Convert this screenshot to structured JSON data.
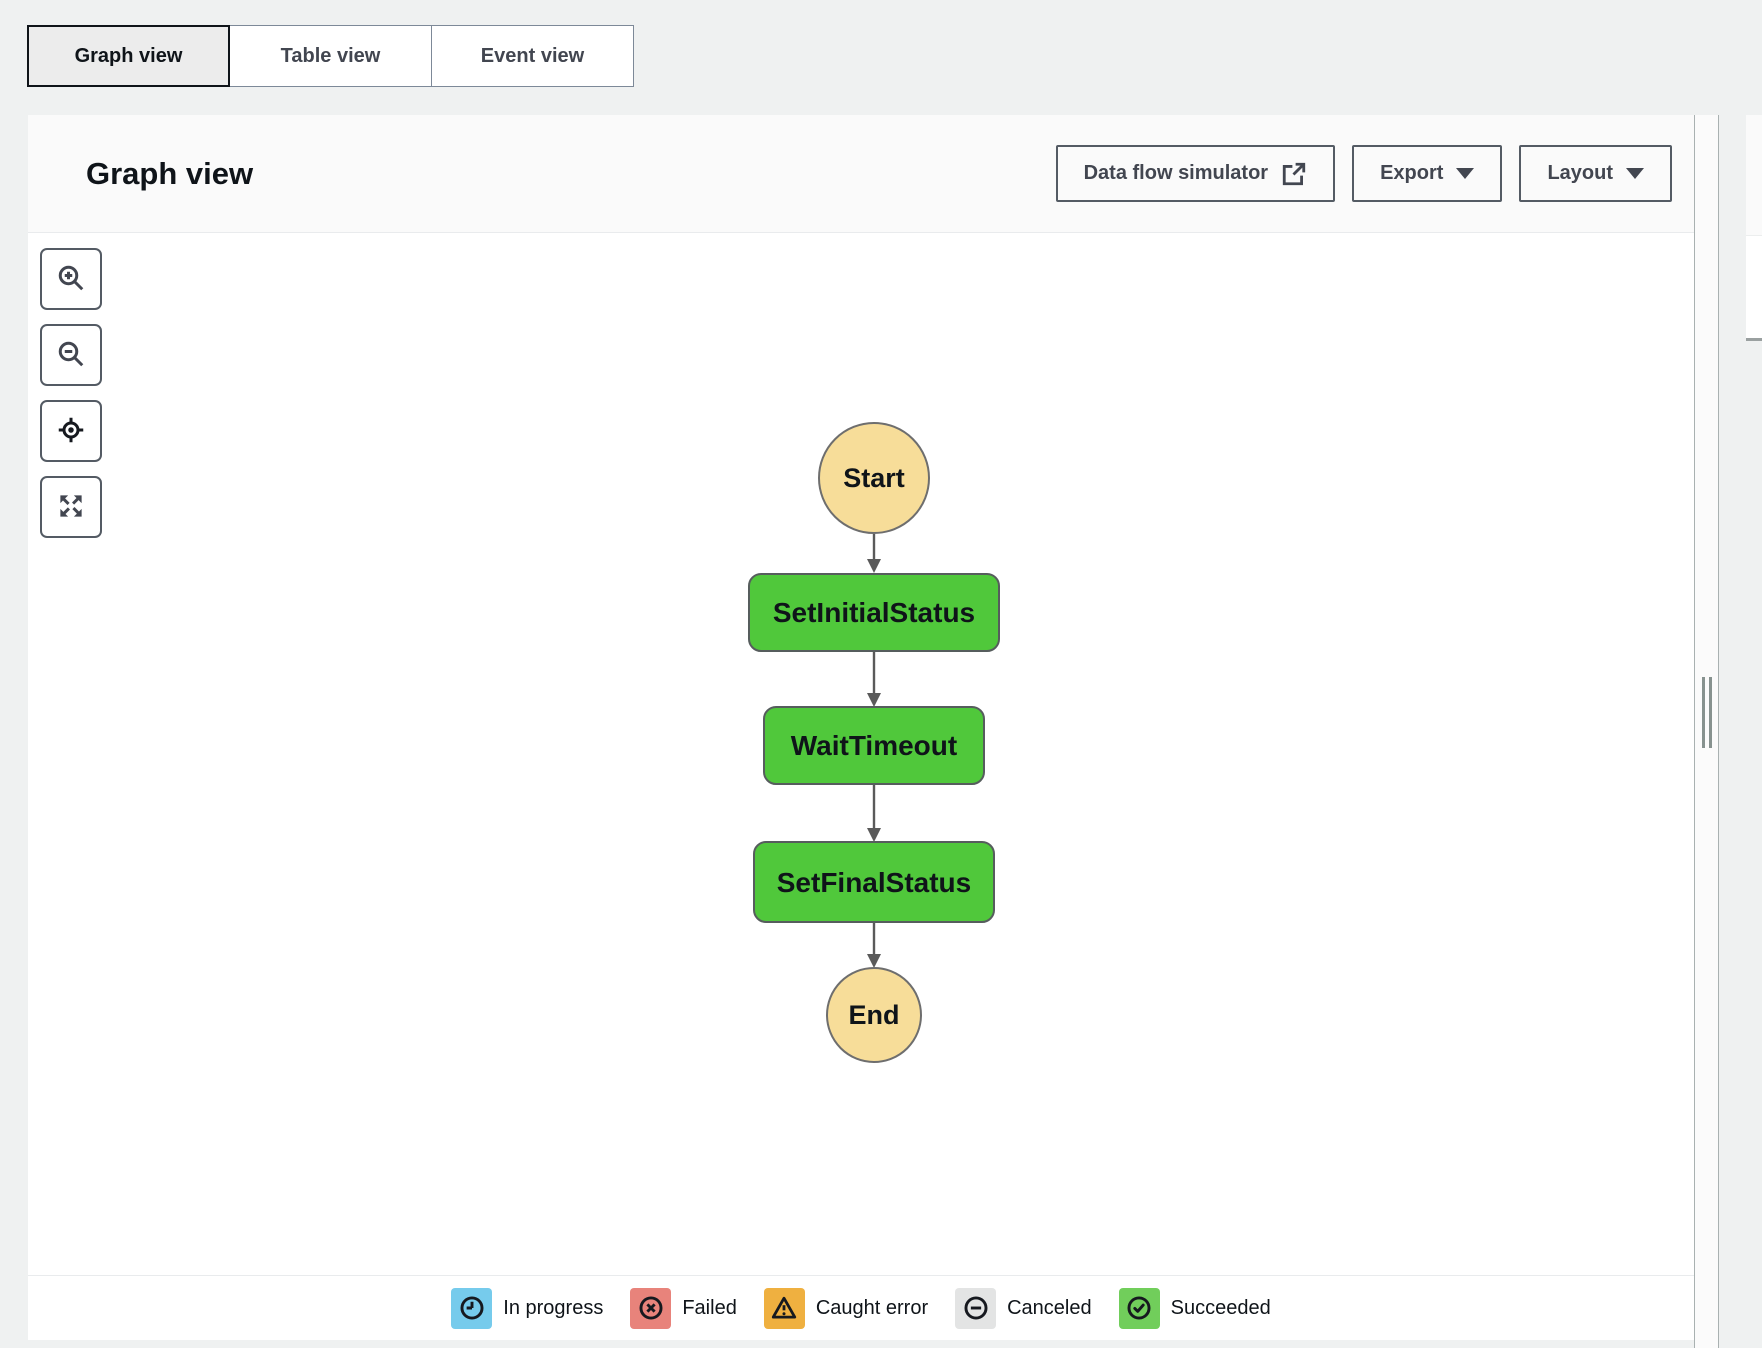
{
  "tabs": [
    {
      "label": "Graph view",
      "active": true
    },
    {
      "label": "Table view",
      "active": false
    },
    {
      "label": "Event view",
      "active": false
    }
  ],
  "panel": {
    "title": "Graph view",
    "actions": {
      "data_flow_simulator": "Data flow simulator",
      "export": "Export",
      "layout": "Layout"
    }
  },
  "canvas_controls": {
    "icons": [
      "zoom-in",
      "zoom-out",
      "center-graph",
      "fullscreen"
    ]
  },
  "graph": {
    "nodes": [
      {
        "id": "start",
        "type": "start-circle",
        "label": "Start"
      },
      {
        "id": "set-initial-status",
        "type": "task",
        "label": "SetInitialStatus",
        "status": "succeeded"
      },
      {
        "id": "wait-timeout",
        "type": "wait",
        "label": "WaitTimeout",
        "status": "succeeded"
      },
      {
        "id": "set-final-status",
        "type": "task",
        "label": "SetFinalStatus",
        "status": "succeeded"
      },
      {
        "id": "end",
        "type": "end-circle",
        "label": "End"
      }
    ],
    "edges": [
      {
        "from": "start",
        "to": "set-initial-status"
      },
      {
        "from": "set-initial-status",
        "to": "wait-timeout"
      },
      {
        "from": "wait-timeout",
        "to": "set-final-status"
      },
      {
        "from": "set-final-status",
        "to": "end"
      }
    ]
  },
  "legend": {
    "items": [
      {
        "label": "In progress",
        "color": "#76CBEC",
        "icon": "clock-icon"
      },
      {
        "label": "Failed",
        "color": "#E8837B",
        "icon": "circle-x-icon"
      },
      {
        "label": "Caught error",
        "color": "#EFB040",
        "icon": "warning-triangle-icon"
      },
      {
        "label": "Canceled",
        "color": "#E3E4E4",
        "icon": "circle-minus-icon"
      },
      {
        "label": "Succeeded",
        "color": "#71CE5B",
        "icon": "circle-check-icon"
      }
    ]
  },
  "colors": {
    "succeeded_node_fill": "#50C83B",
    "succeeded_node_stroke": "#565d5d",
    "terminal_fill": "#F7DD99",
    "terminal_stroke": "#6e6e6e",
    "edge": "#5a5a5a"
  }
}
